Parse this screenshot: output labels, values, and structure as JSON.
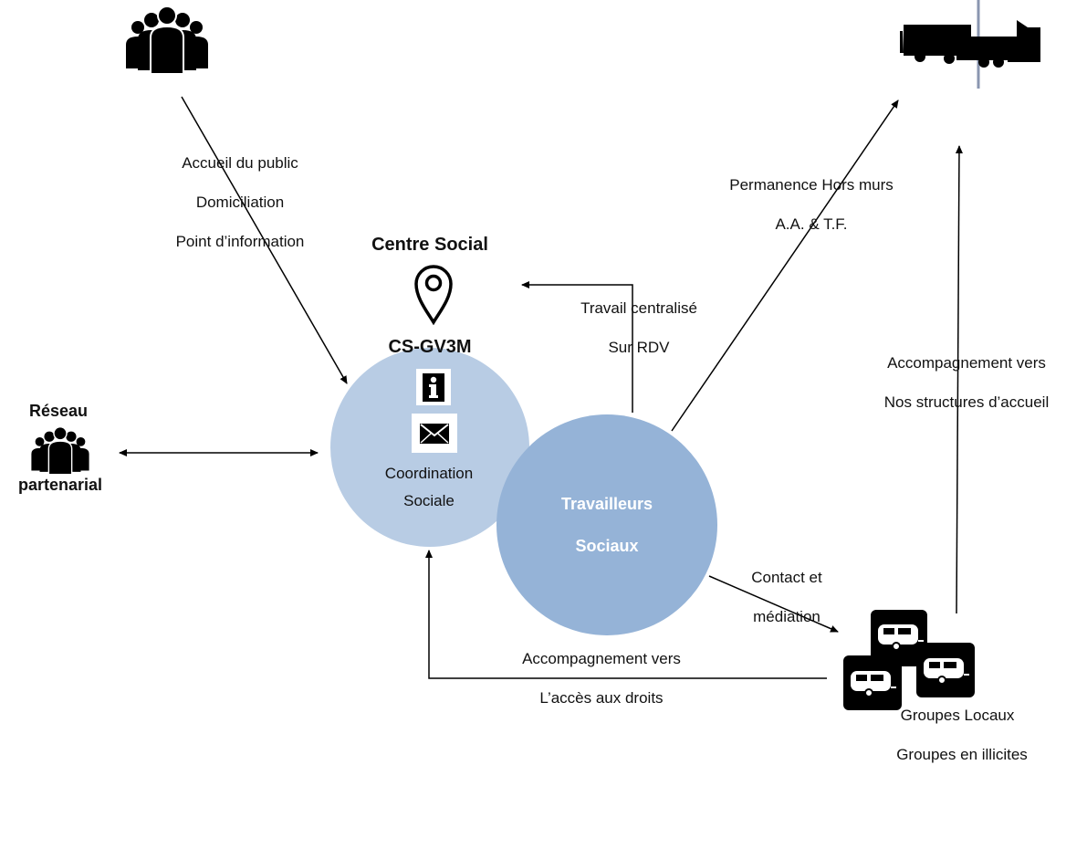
{
  "public": {
    "icon": "people-group-icon",
    "lines": [
      "Accueil du public",
      "Domiciliation",
      "Point d’information"
    ]
  },
  "centre": {
    "title": "Centre Social",
    "icon": "map-pin-icon",
    "name": "CS-GV3M",
    "info_icon": "info-icon",
    "mail_icon": "envelope-icon",
    "circle_lines": [
      "Coordination",
      "Sociale"
    ],
    "color": "#b8cce4"
  },
  "reseau": {
    "icon": "people-group-icon",
    "top": "Réseau",
    "bottom": "partenarial"
  },
  "travailleurs": {
    "lines": [
      "Travailleurs",
      "Sociaux"
    ],
    "color": "#95b3d7"
  },
  "travail": {
    "lines": [
      "Travail  centralisé",
      "Sur RDV"
    ]
  },
  "permanence": {
    "lines": [
      "Permanence Hors murs",
      "A.A. & T.F."
    ]
  },
  "truck": {
    "icon": "truck-caravan-icon"
  },
  "accompagnement_structures": {
    "lines": [
      "Accompagnement vers",
      "Nos structures d’accueil"
    ]
  },
  "contact": {
    "lines": [
      "Contact et",
      "médiation"
    ]
  },
  "groupes": {
    "icon": "caravan-icon",
    "lines": [
      "Groupes Locaux",
      "Groupes en illicites"
    ]
  },
  "acces_droits": {
    "lines": [
      "Accompagnement vers",
      "L’accès aux droits"
    ]
  }
}
